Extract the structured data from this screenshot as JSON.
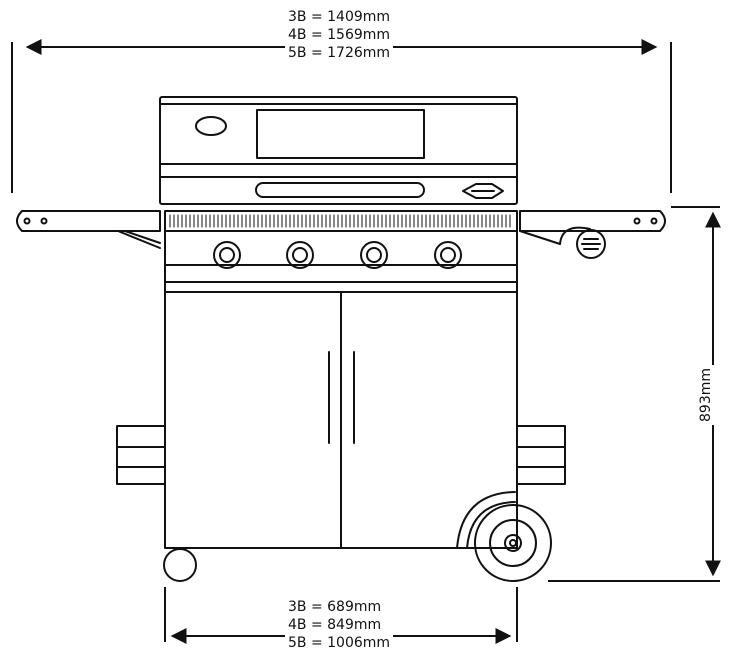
{
  "dimensions": {
    "width_open": {
      "3b": "3B = 1409mm",
      "4b": "4B = 1569mm",
      "5b": "5B = 1726mm"
    },
    "width_base": {
      "3b": "3B = 689mm",
      "4b": "4B = 849mm",
      "5b": "5B = 1006mm"
    },
    "height": "893mm"
  },
  "colors": {
    "line": "#111111",
    "background": "#ffffff"
  }
}
